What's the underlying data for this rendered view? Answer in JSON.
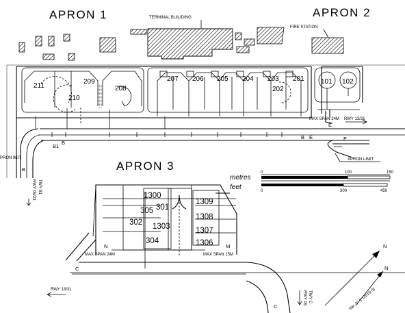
{
  "aprons": {
    "apron1": "APRON  1",
    "apron2": "APRON  2",
    "apron3": "APRON  3"
  },
  "buildings": {
    "terminal": "TERMINAL BUILIDING",
    "fire_station": "FIRE STATION"
  },
  "stands": {
    "apron1": [
      "211",
      "209",
      "210",
      "208"
    ],
    "apron1_gates": [
      "207",
      "206",
      "205",
      "204",
      "203",
      "202",
      "201"
    ],
    "apron2": [
      "101",
      "102"
    ],
    "apron3": [
      "1300",
      "301",
      "305",
      "302",
      "1303",
      "304",
      "1309",
      "1308",
      "1307",
      "1306"
    ]
  },
  "annotations": {
    "max_span_24m": "MAX SPAN 24M",
    "max_span_15m": "MAX SPAN 15M",
    "rwy_13_31": "RWY 13/31",
    "apron_limit": "APRON LIMIT",
    "apron_limit_left": "PRON\nIMIT",
    "twy_b1": "TWY B1",
    "rwy_05_23": "RWY 05/23",
    "twy_c": "TWY C",
    "rwy_05": "RWY 05",
    "variation": "Var. 3° E (2010.0)"
  },
  "taxiway_letters": [
    "B",
    "B",
    "B1",
    "E",
    "E",
    "N",
    "M",
    "C",
    "C",
    "B",
    "E"
  ],
  "scale": {
    "metres_label": "metres",
    "feet_label": "feet",
    "metres_ticks": [
      "0",
      "100",
      "150"
    ],
    "feet_ticks": [
      "0",
      "300",
      "450"
    ]
  },
  "north": {
    "true": "N",
    "magnetic": "N"
  }
}
